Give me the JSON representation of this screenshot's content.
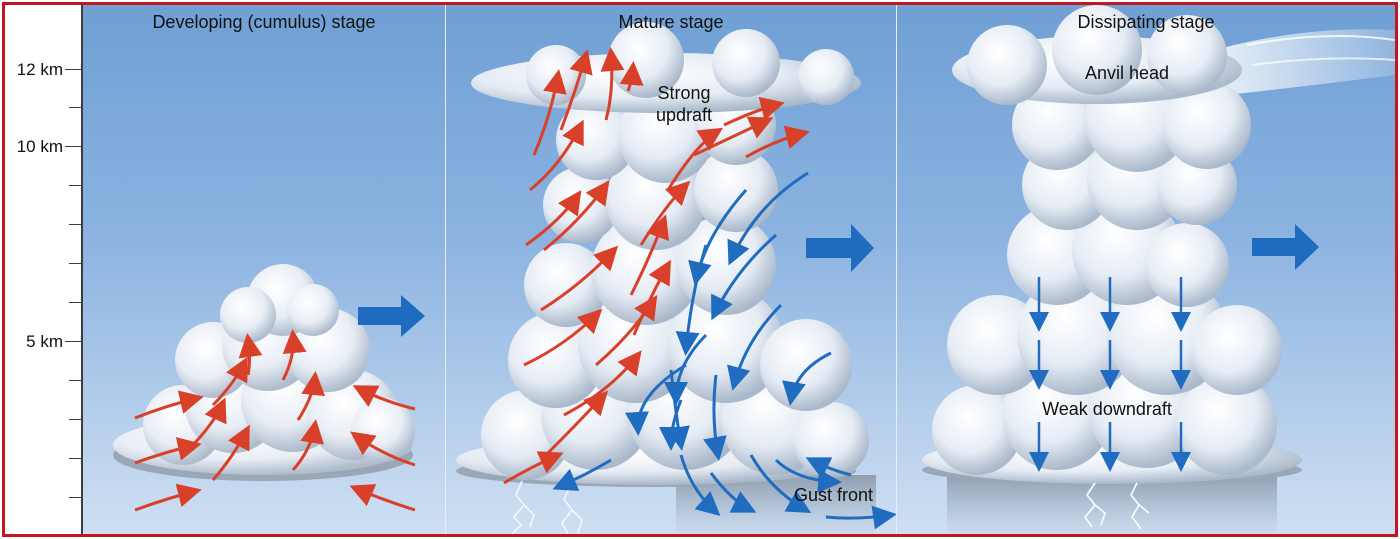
{
  "axis": {
    "ticks": [
      {
        "label": "12 km"
      },
      {
        "label": "10 km"
      },
      {
        "label": "5 km"
      }
    ]
  },
  "stages": [
    {
      "title": "Developing (cumulus) stage"
    },
    {
      "title": "Mature stage",
      "labels": {
        "updraft": "Strong\nupdraft",
        "gust": "Gust front"
      }
    },
    {
      "title": "Dissipating stage",
      "labels": {
        "anvil": "Anvil head",
        "downdraft": "Weak downdraft"
      }
    }
  ],
  "colors": {
    "updraft_arrow": "#d9402a",
    "downdraft_arrow": "#1f6cc0",
    "motion_arrow": "#1e6bbf",
    "border": "#c0181f",
    "sky_top": "#6f9fd4",
    "sky_bottom": "#cfdff2"
  },
  "icons": [
    "motion-arrow-icon",
    "lightning-icon"
  ]
}
